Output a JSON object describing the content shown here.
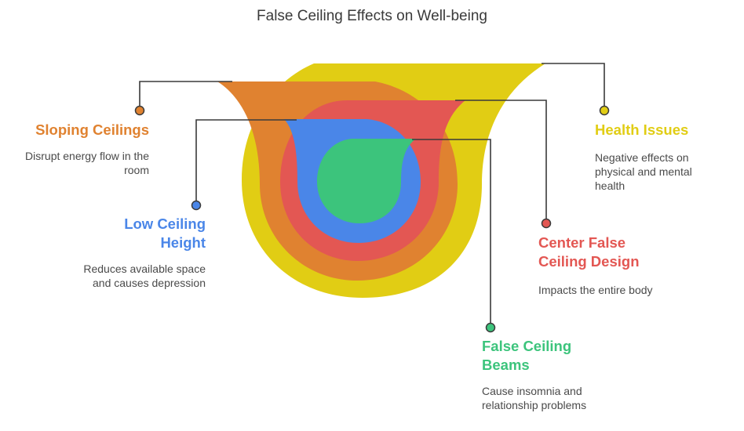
{
  "title": "False Ceiling Effects on Well-being",
  "colors": {
    "yellow": "#e1cd14",
    "orange": "#e08230",
    "red": "#e35753",
    "blue": "#4a86e8",
    "green": "#3cc47c",
    "connector": "#3a3a3a"
  },
  "items": [
    {
      "id": "sloping",
      "label": "Sloping Ceilings",
      "description": "Disrupt energy flow in the room",
      "color": "#e08230"
    },
    {
      "id": "low",
      "label": "Low Ceiling Height",
      "description": "Reduces available space and causes depression",
      "color": "#4a86e8"
    },
    {
      "id": "health",
      "label": "Health Issues",
      "description": "Negative effects on physical and mental health",
      "color": "#e1cd14"
    },
    {
      "id": "center",
      "label": "Center False Ceiling Design",
      "description": "Impacts the entire body",
      "color": "#e35753"
    },
    {
      "id": "beams",
      "label": "False Ceiling Beams",
      "description": "Cause insomnia and relationship problems",
      "color": "#3cc47c"
    }
  ]
}
